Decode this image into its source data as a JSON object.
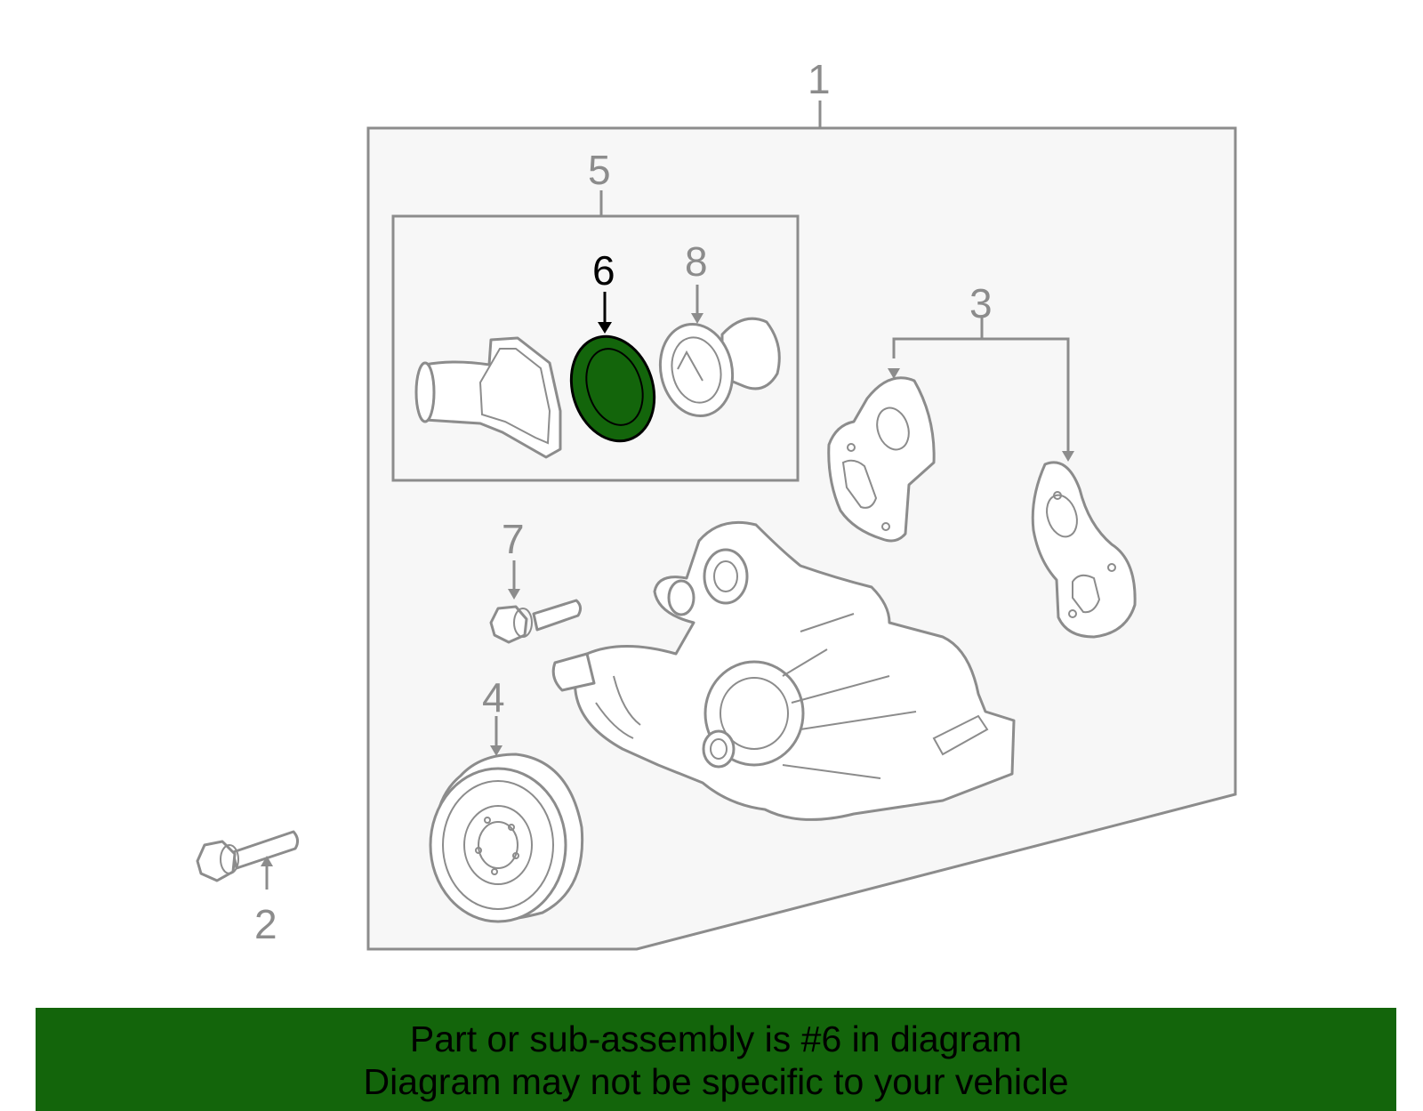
{
  "diagram": {
    "highlight_color": "#13650b",
    "line_color": "#8c8c8c",
    "panel_fill": "#f7f7f7",
    "callouts": [
      {
        "id": "1",
        "label": "1"
      },
      {
        "id": "2",
        "label": "2"
      },
      {
        "id": "3",
        "label": "3"
      },
      {
        "id": "4",
        "label": "4"
      },
      {
        "id": "5",
        "label": "5"
      },
      {
        "id": "6",
        "label": "6",
        "highlighted": true
      },
      {
        "id": "7",
        "label": "7"
      },
      {
        "id": "8",
        "label": "8"
      }
    ]
  },
  "banner": {
    "background": "#13650b",
    "line1": "Part or sub-assembly is #6 in diagram",
    "line2": "Diagram may not be specific to your vehicle"
  }
}
